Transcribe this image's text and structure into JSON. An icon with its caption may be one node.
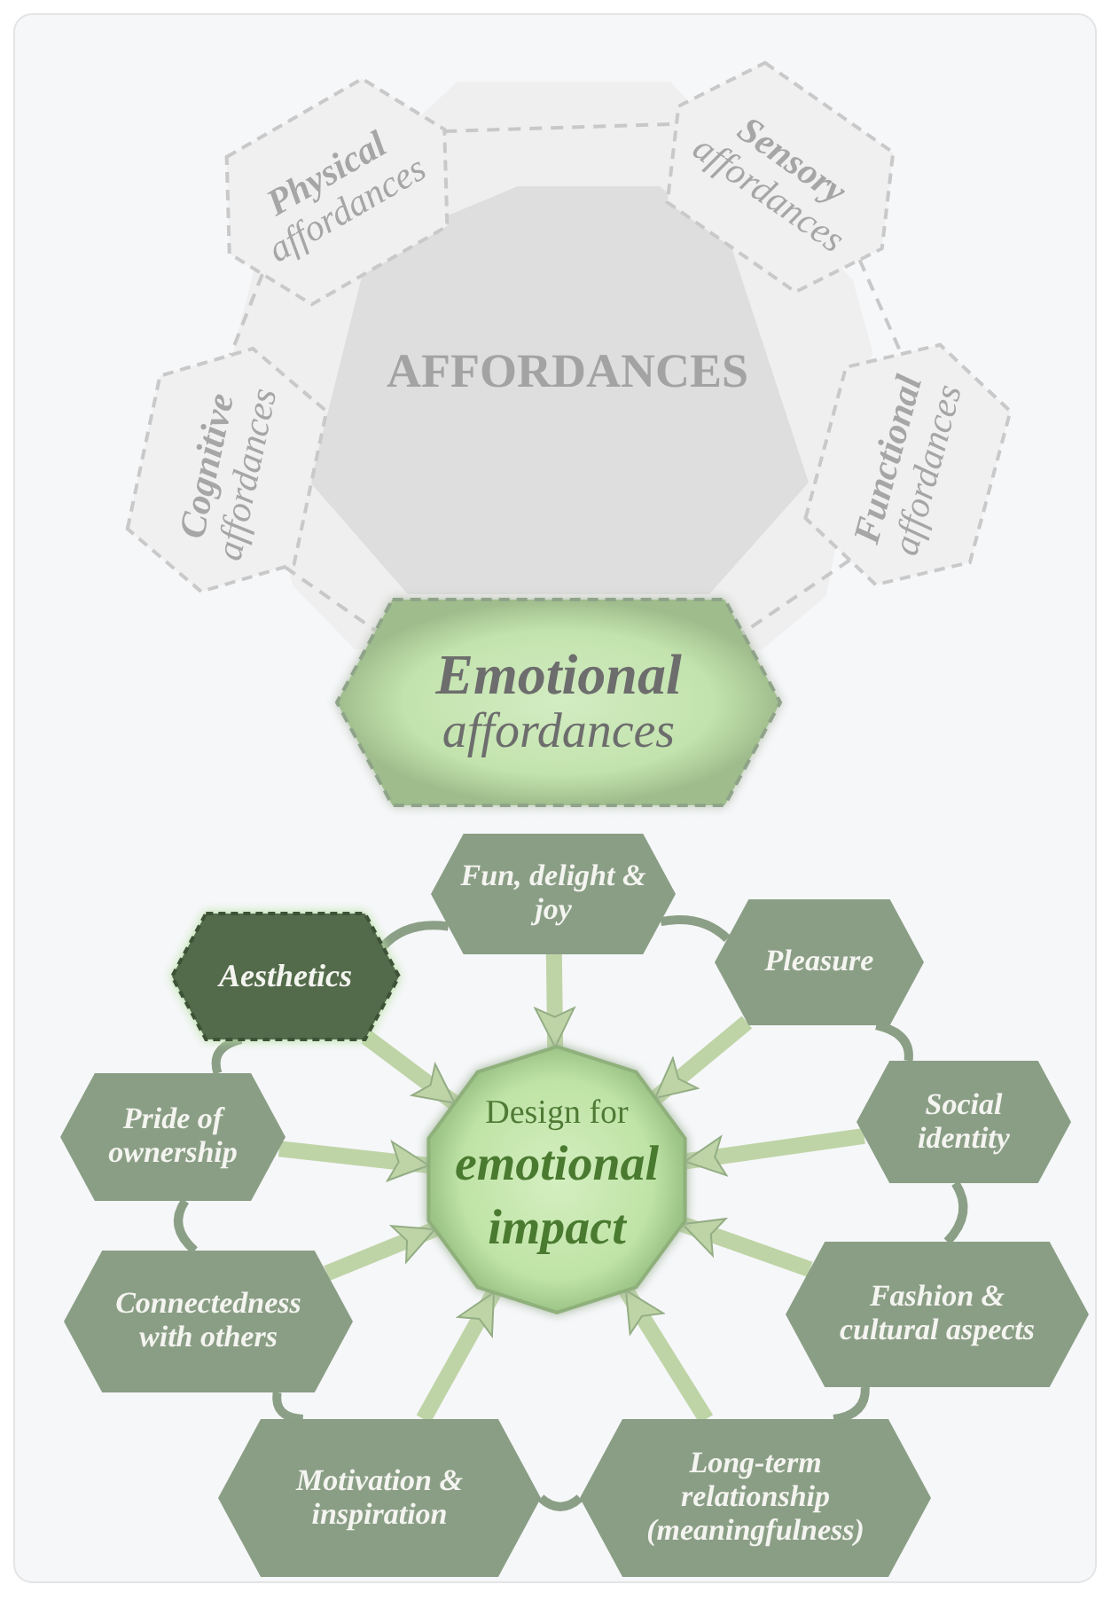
{
  "diagram": {
    "nodes": [
      {
        "text": [
          "AFFORDANCES"
        ]
      },
      {
        "text": [
          "Physical",
          "affordances"
        ]
      },
      {
        "text": [
          "Sensory",
          "affordances"
        ]
      },
      {
        "text": [
          "Cognitive",
          "affordances"
        ]
      },
      {
        "text": [
          "Functional",
          "affordances"
        ]
      },
      {
        "text": [
          "Emotional",
          "affordances"
        ]
      },
      {
        "text": [
          "Design for",
          "emotional impact"
        ]
      },
      {
        "text": [
          "Fun, delight & joy"
        ]
      },
      {
        "text": [
          "Aesthetics"
        ]
      },
      {
        "text": [
          "Pleasure"
        ]
      },
      {
        "text": [
          "Social identity"
        ]
      },
      {
        "text": [
          "Pride of ownership"
        ]
      },
      {
        "text": [
          "Fashion & cultural aspects"
        ]
      },
      {
        "text": [
          "Connectedness with others"
        ]
      },
      {
        "text": [
          "Motivation & inspiration"
        ]
      },
      {
        "text": [
          "Long-term relationship (meaningfulness)"
        ]
      }
    ],
    "edges": [
      {
        "from": 1,
        "to": 2,
        "arrow": "none",
        "style": "dashed",
        "color": "#c8c8c8"
      },
      {
        "from": 1,
        "to": 3,
        "arrow": "none",
        "style": "dashed",
        "color": "#c8c8c8"
      },
      {
        "from": 2,
        "to": 4,
        "arrow": "none",
        "style": "dashed",
        "color": "#c8c8c8"
      },
      {
        "from": 3,
        "to": 5,
        "arrow": "none",
        "style": "dashed",
        "color": "#c8c8c8"
      },
      {
        "from": 4,
        "to": 5,
        "arrow": "none",
        "style": "dashed",
        "color": "#c8c8c8"
      },
      {
        "from": 8,
        "to": 7,
        "arrow": "none"
      },
      {
        "from": 7,
        "to": 9,
        "arrow": "none"
      },
      {
        "from": 9,
        "to": 10,
        "arrow": "none"
      },
      {
        "from": 10,
        "to": 12,
        "arrow": "none"
      },
      {
        "from": 12,
        "to": 15,
        "arrow": "none"
      },
      {
        "from": 15,
        "to": 14,
        "arrow": "none"
      },
      {
        "from": 14,
        "to": 13,
        "arrow": "none"
      },
      {
        "from": 13,
        "to": 11,
        "arrow": "none"
      },
      {
        "from": 11,
        "to": 8,
        "arrow": "none"
      },
      {
        "from": 7,
        "to": 6,
        "arrow": "to",
        "style": "thick",
        "color": "#bfd4a6"
      },
      {
        "from": 8,
        "to": 6,
        "arrow": "to",
        "style": "thick",
        "color": "#bfd4a6"
      },
      {
        "from": 9,
        "to": 6,
        "arrow": "to",
        "style": "thick",
        "color": "#bfd4a6"
      },
      {
        "from": 10,
        "to": 6,
        "arrow": "to",
        "style": "thick",
        "color": "#bfd4a6"
      },
      {
        "from": 11,
        "to": 6,
        "arrow": "to",
        "style": "thick",
        "color": "#bfd4a6"
      },
      {
        "from": 12,
        "to": 6,
        "arrow": "to",
        "style": "thick",
        "color": "#bfd4a6"
      },
      {
        "from": 13,
        "to": 6,
        "arrow": "to",
        "style": "thick",
        "color": "#bfd4a6"
      },
      {
        "from": 14,
        "to": 6,
        "arrow": "to",
        "style": "thick",
        "color": "#bfd4a6"
      },
      {
        "from": 15,
        "to": 6,
        "arrow": "to",
        "style": "thick",
        "color": "#bfd4a6"
      }
    ]
  }
}
